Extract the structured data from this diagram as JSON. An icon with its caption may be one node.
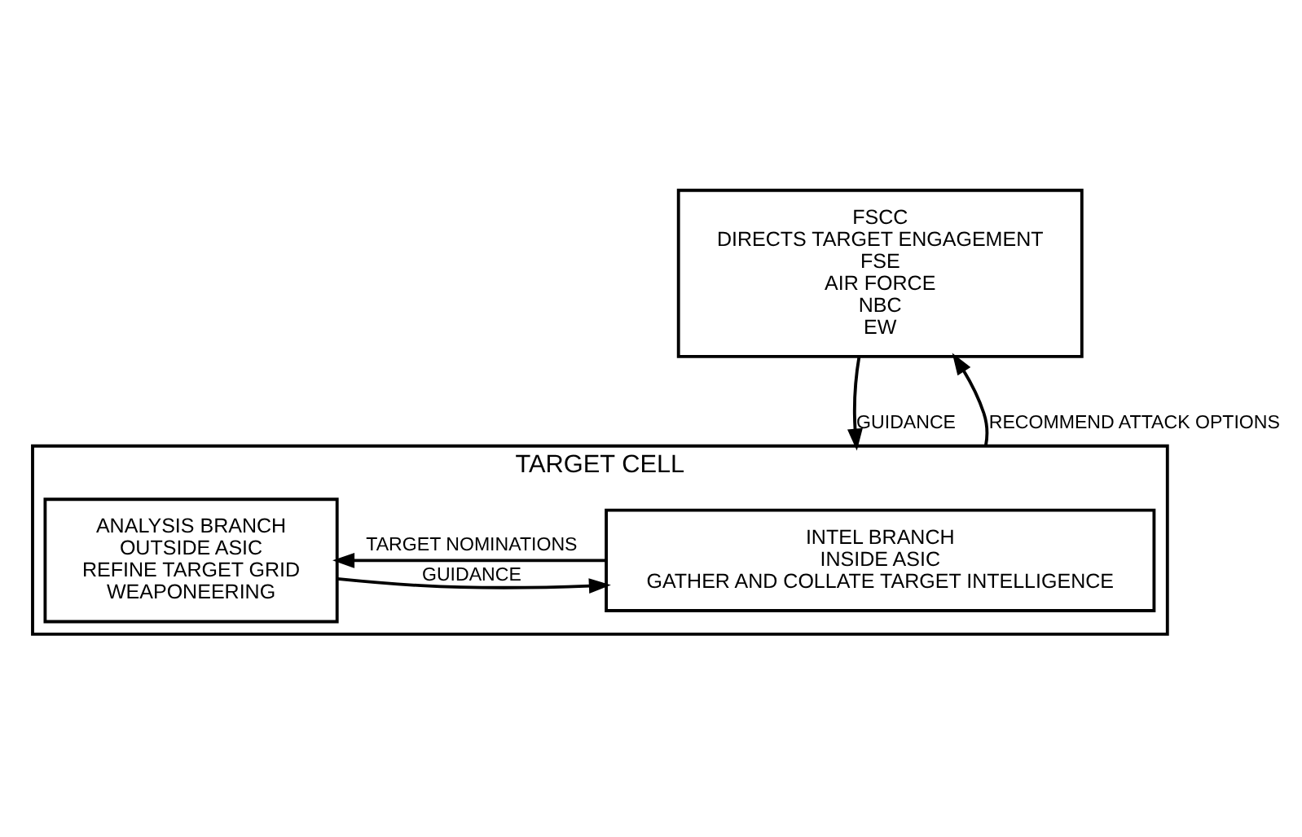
{
  "diagram": {
    "nodes": [
      {
        "text": [
          "FSCC",
          "DIRECTS TARGET ENGAGEMENT",
          "FSE",
          "AIR FORCE",
          "NBC",
          "EW"
        ]
      },
      {
        "text": [
          "TARGET CELL"
        ]
      },
      {
        "text": [
          "INTEL BRANCH",
          "INSIDE ASIC",
          "GATHER AND COLLATE TARGET INTELLIGENCE"
        ],
        "in": 1
      },
      {
        "text": [
          "ANALYSIS BRANCH",
          "OUTSIDE ASIC",
          "REFINE TARGET GRID",
          "WEAPONEERING"
        ],
        "in": 1
      }
    ],
    "edges": [
      {
        "from": 0,
        "to": 1,
        "arrow": "to",
        "label": "GUIDANCE"
      },
      {
        "from": 1,
        "to": 0,
        "arrow": "to",
        "label": "RECOMMEND ATTACK OPTIONS"
      },
      {
        "from": 3,
        "to": 2,
        "arrow": "to",
        "label": "GUIDANCE"
      },
      {
        "from": 2,
        "to": 3,
        "arrow": "to",
        "label": "TARGET NOMINATIONS"
      }
    ]
  }
}
